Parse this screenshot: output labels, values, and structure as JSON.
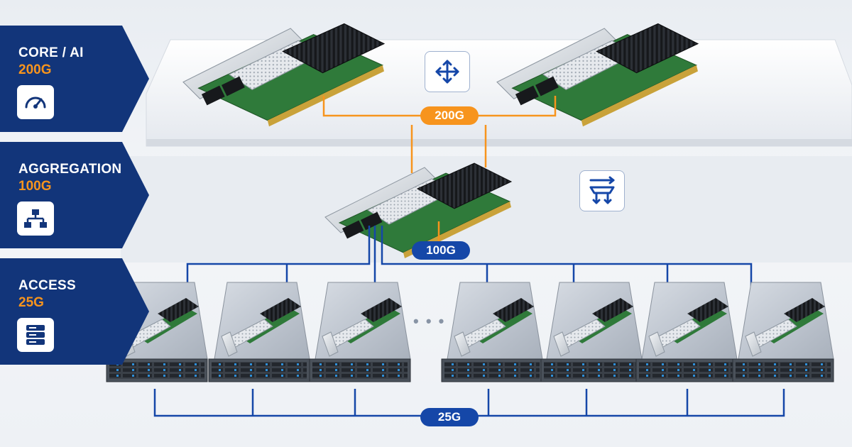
{
  "tiers": [
    {
      "name": "CORE / AI",
      "speed": "200G",
      "icon": "speedometer-icon"
    },
    {
      "name": "AGGREGATION",
      "speed": "100G",
      "icon": "network-hierarchy-icon"
    },
    {
      "name": "ACCESS",
      "speed": "25G",
      "icon": "server-stack-icon"
    }
  ],
  "links": {
    "core": "200G",
    "aggregation": "100G",
    "access": "25G"
  },
  "ellipsis": "• • •",
  "function_icons": {
    "core": "routing-arrows-icon",
    "aggregation": "switching-arrows-icon"
  },
  "colors": {
    "navy": "#12357a",
    "orange": "#f7941d",
    "link_blue": "#1547a8",
    "pcb_green": "#2f7a3a",
    "heatsink": "#1b1d20"
  }
}
